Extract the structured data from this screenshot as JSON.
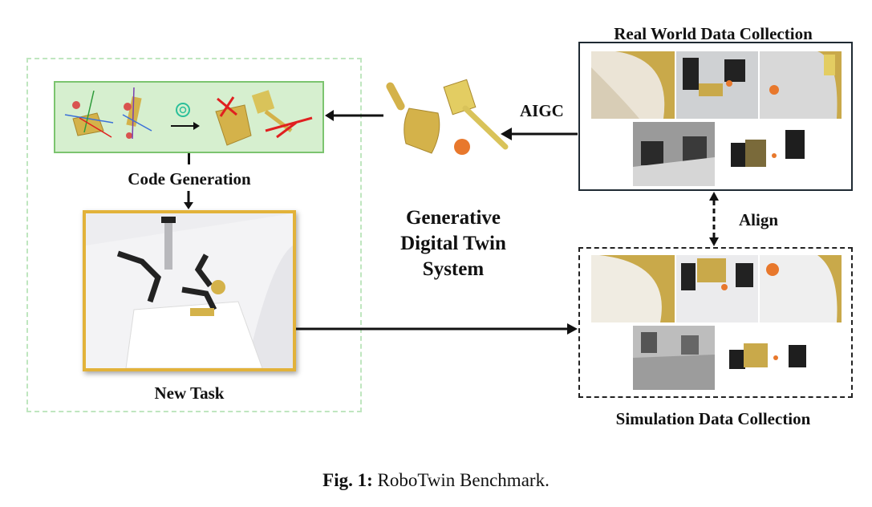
{
  "left_panel": {
    "code_generation_label": "Code Generation",
    "new_task_label": "New Task"
  },
  "center": {
    "aigc_label": "AIGC",
    "system_title_line1": "Generative",
    "system_title_line2": "Digital Twin",
    "system_title_line3": "System"
  },
  "right_panel": {
    "real_world_label": "Real World Data Collection",
    "align_label": "Align",
    "simulation_label": "Simulation Data Collection"
  },
  "figure_caption": {
    "prefix": "Fig. 1:",
    "text": "RoboTwin Benchmark."
  },
  "colors": {
    "green_panel_fill": "#d6efcf",
    "green_panel_border": "#7cc46f",
    "green_dash": "#bfe6bf",
    "gold_border": "#e2b23a",
    "dark_frame": "#1f2a33",
    "object_gold": "#d4b24a",
    "orange_ball": "#e8782c",
    "red_axis": "#e02020"
  },
  "icons": [
    "openai-icon",
    "arrow-right-icon"
  ]
}
